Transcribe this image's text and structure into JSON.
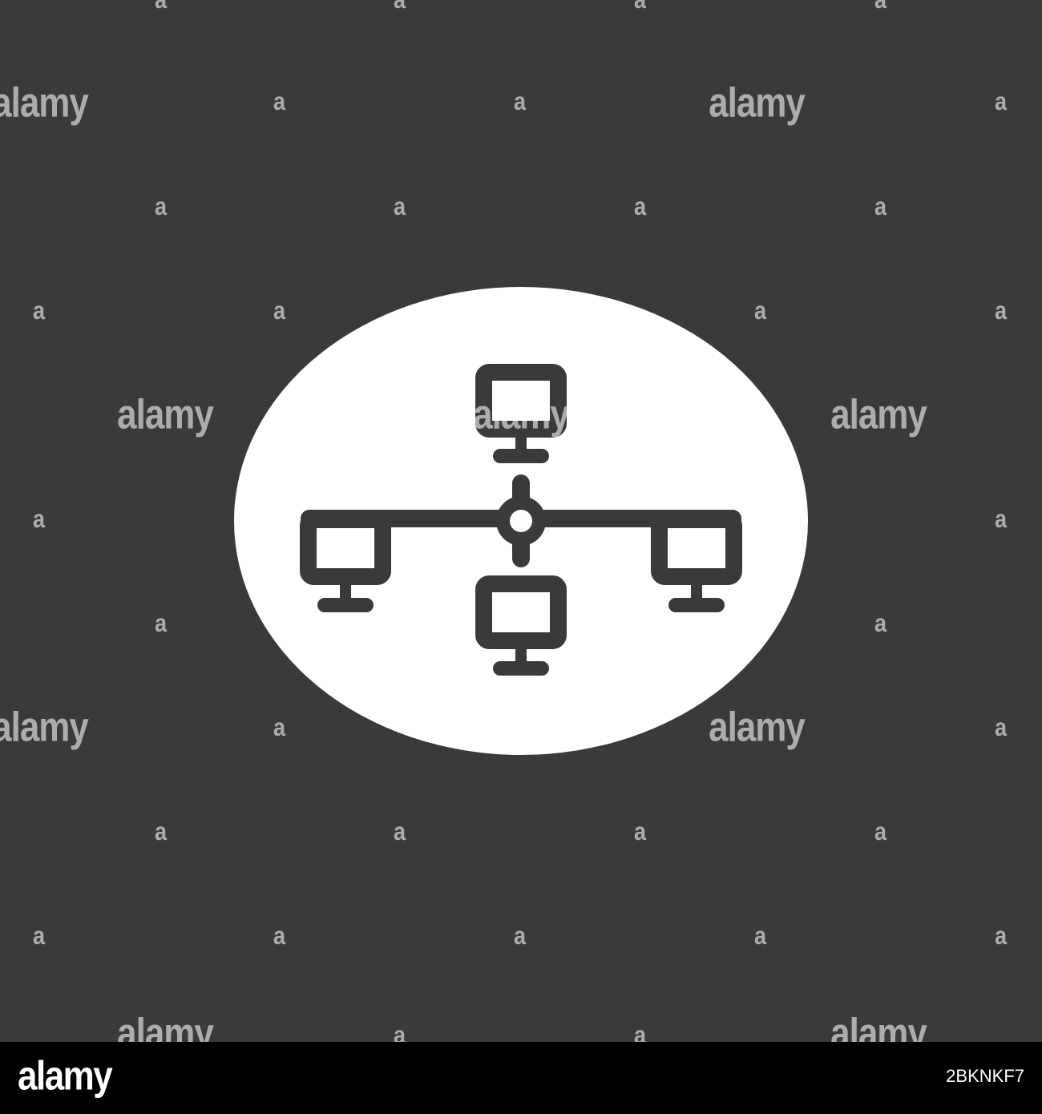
{
  "colors": {
    "background": "#3a3a3a",
    "oval": "#ffffff",
    "icon": "#3a3a3a",
    "footer": "#000000",
    "footer_text": "#ffffff"
  },
  "icon": {
    "name": "network-topology-icon",
    "nodes": [
      "computer-top",
      "computer-left",
      "computer-right",
      "computer-bottom"
    ],
    "hub": "hub-icon"
  },
  "watermark": {
    "text": "alamy",
    "small_text": "a"
  },
  "footer": {
    "logo": "alamy",
    "image_id": "2BKNKF7"
  }
}
